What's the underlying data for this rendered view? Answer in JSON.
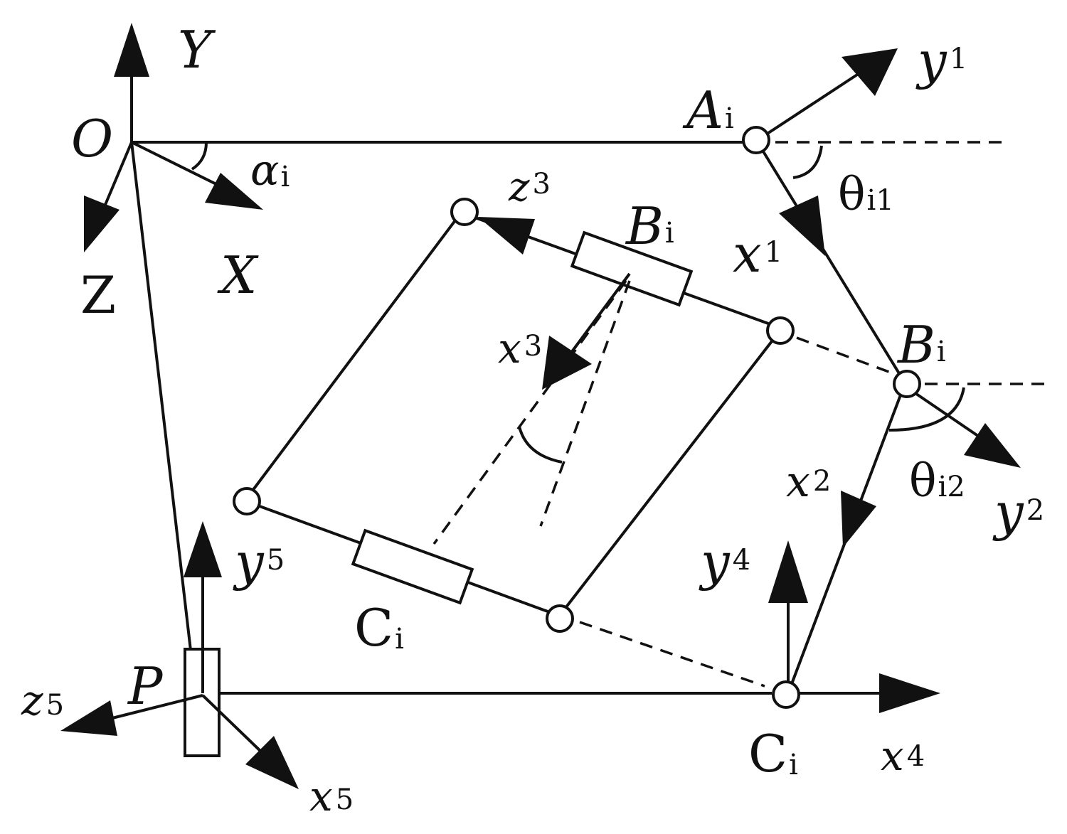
{
  "labels": {
    "Y": "Y",
    "O": "O",
    "X": "X",
    "Z": "Z",
    "alpha_main": "α",
    "alpha_sub": "i",
    "A_main": "A",
    "A_sub": "i",
    "y1_main": "y",
    "y1_sub": "1",
    "theta1_main": "θ",
    "theta1_sub": "i1",
    "x1_main": "x",
    "x1_sub": "1",
    "z3_main": "z",
    "z3_sub": "3",
    "B_top_main": "B",
    "B_top_sub": "i",
    "B_right_main": "B",
    "B_right_sub": "i",
    "x3_main": "x",
    "x3_sub": "3",
    "theta2_main": "θ",
    "theta2_sub": "i2",
    "x2_main": "x",
    "x2_sub": "2",
    "y2_main": "y",
    "y2_sub": "2",
    "y5_main": "y",
    "y5_sub": "5",
    "y4_main": "y",
    "y4_sub": "4",
    "C_mid_main": "C",
    "C_mid_sub": "i",
    "C_bot_main": "C",
    "C_bot_sub": "i",
    "P": "P",
    "z5_main": "z",
    "z5_sub": "5",
    "x5_main": "x",
    "x5_sub": "5",
    "x4_main": "x",
    "x4_sub": "4"
  },
  "colors": {
    "stroke": "#111111",
    "background": "#ffffff"
  }
}
